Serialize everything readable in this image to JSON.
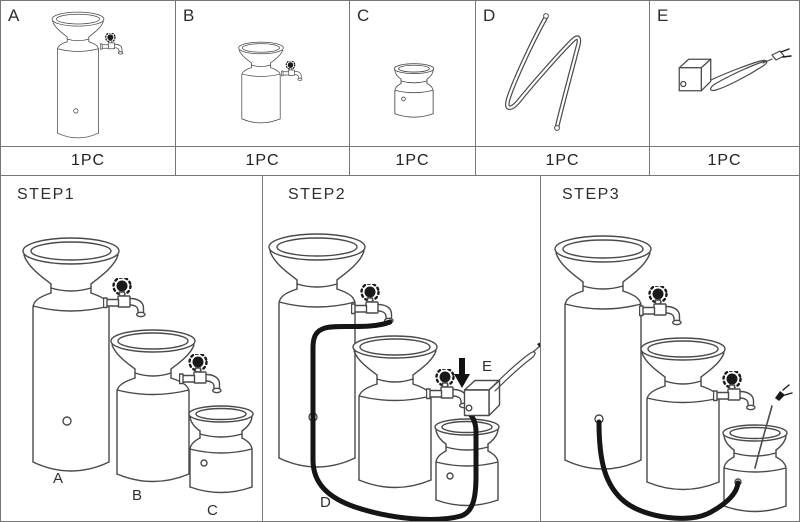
{
  "parts": [
    {
      "label": "A",
      "qty": "1PC",
      "name": "large-fountain-vessel-with-tap"
    },
    {
      "label": "B",
      "qty": "1PC",
      "name": "medium-fountain-vessel-with-tap"
    },
    {
      "label": "C",
      "qty": "1PC",
      "name": "small-fountain-vessel"
    },
    {
      "label": "D",
      "qty": "1PC",
      "name": "flexible-tube"
    },
    {
      "label": "E",
      "qty": "1PC",
      "name": "pump-with-power-cord"
    }
  ],
  "steps": [
    {
      "title": "STEP1",
      "labels": [
        "A",
        "B",
        "C"
      ]
    },
    {
      "title": "STEP2",
      "labels": [
        "D",
        "E"
      ]
    },
    {
      "title": "STEP3",
      "labels": []
    }
  ],
  "colors": {
    "background": "#ffffff",
    "line": "#4a4a4a",
    "dark": "#1a1a1a",
    "border": "#777777",
    "text": "#2e2e2e"
  }
}
